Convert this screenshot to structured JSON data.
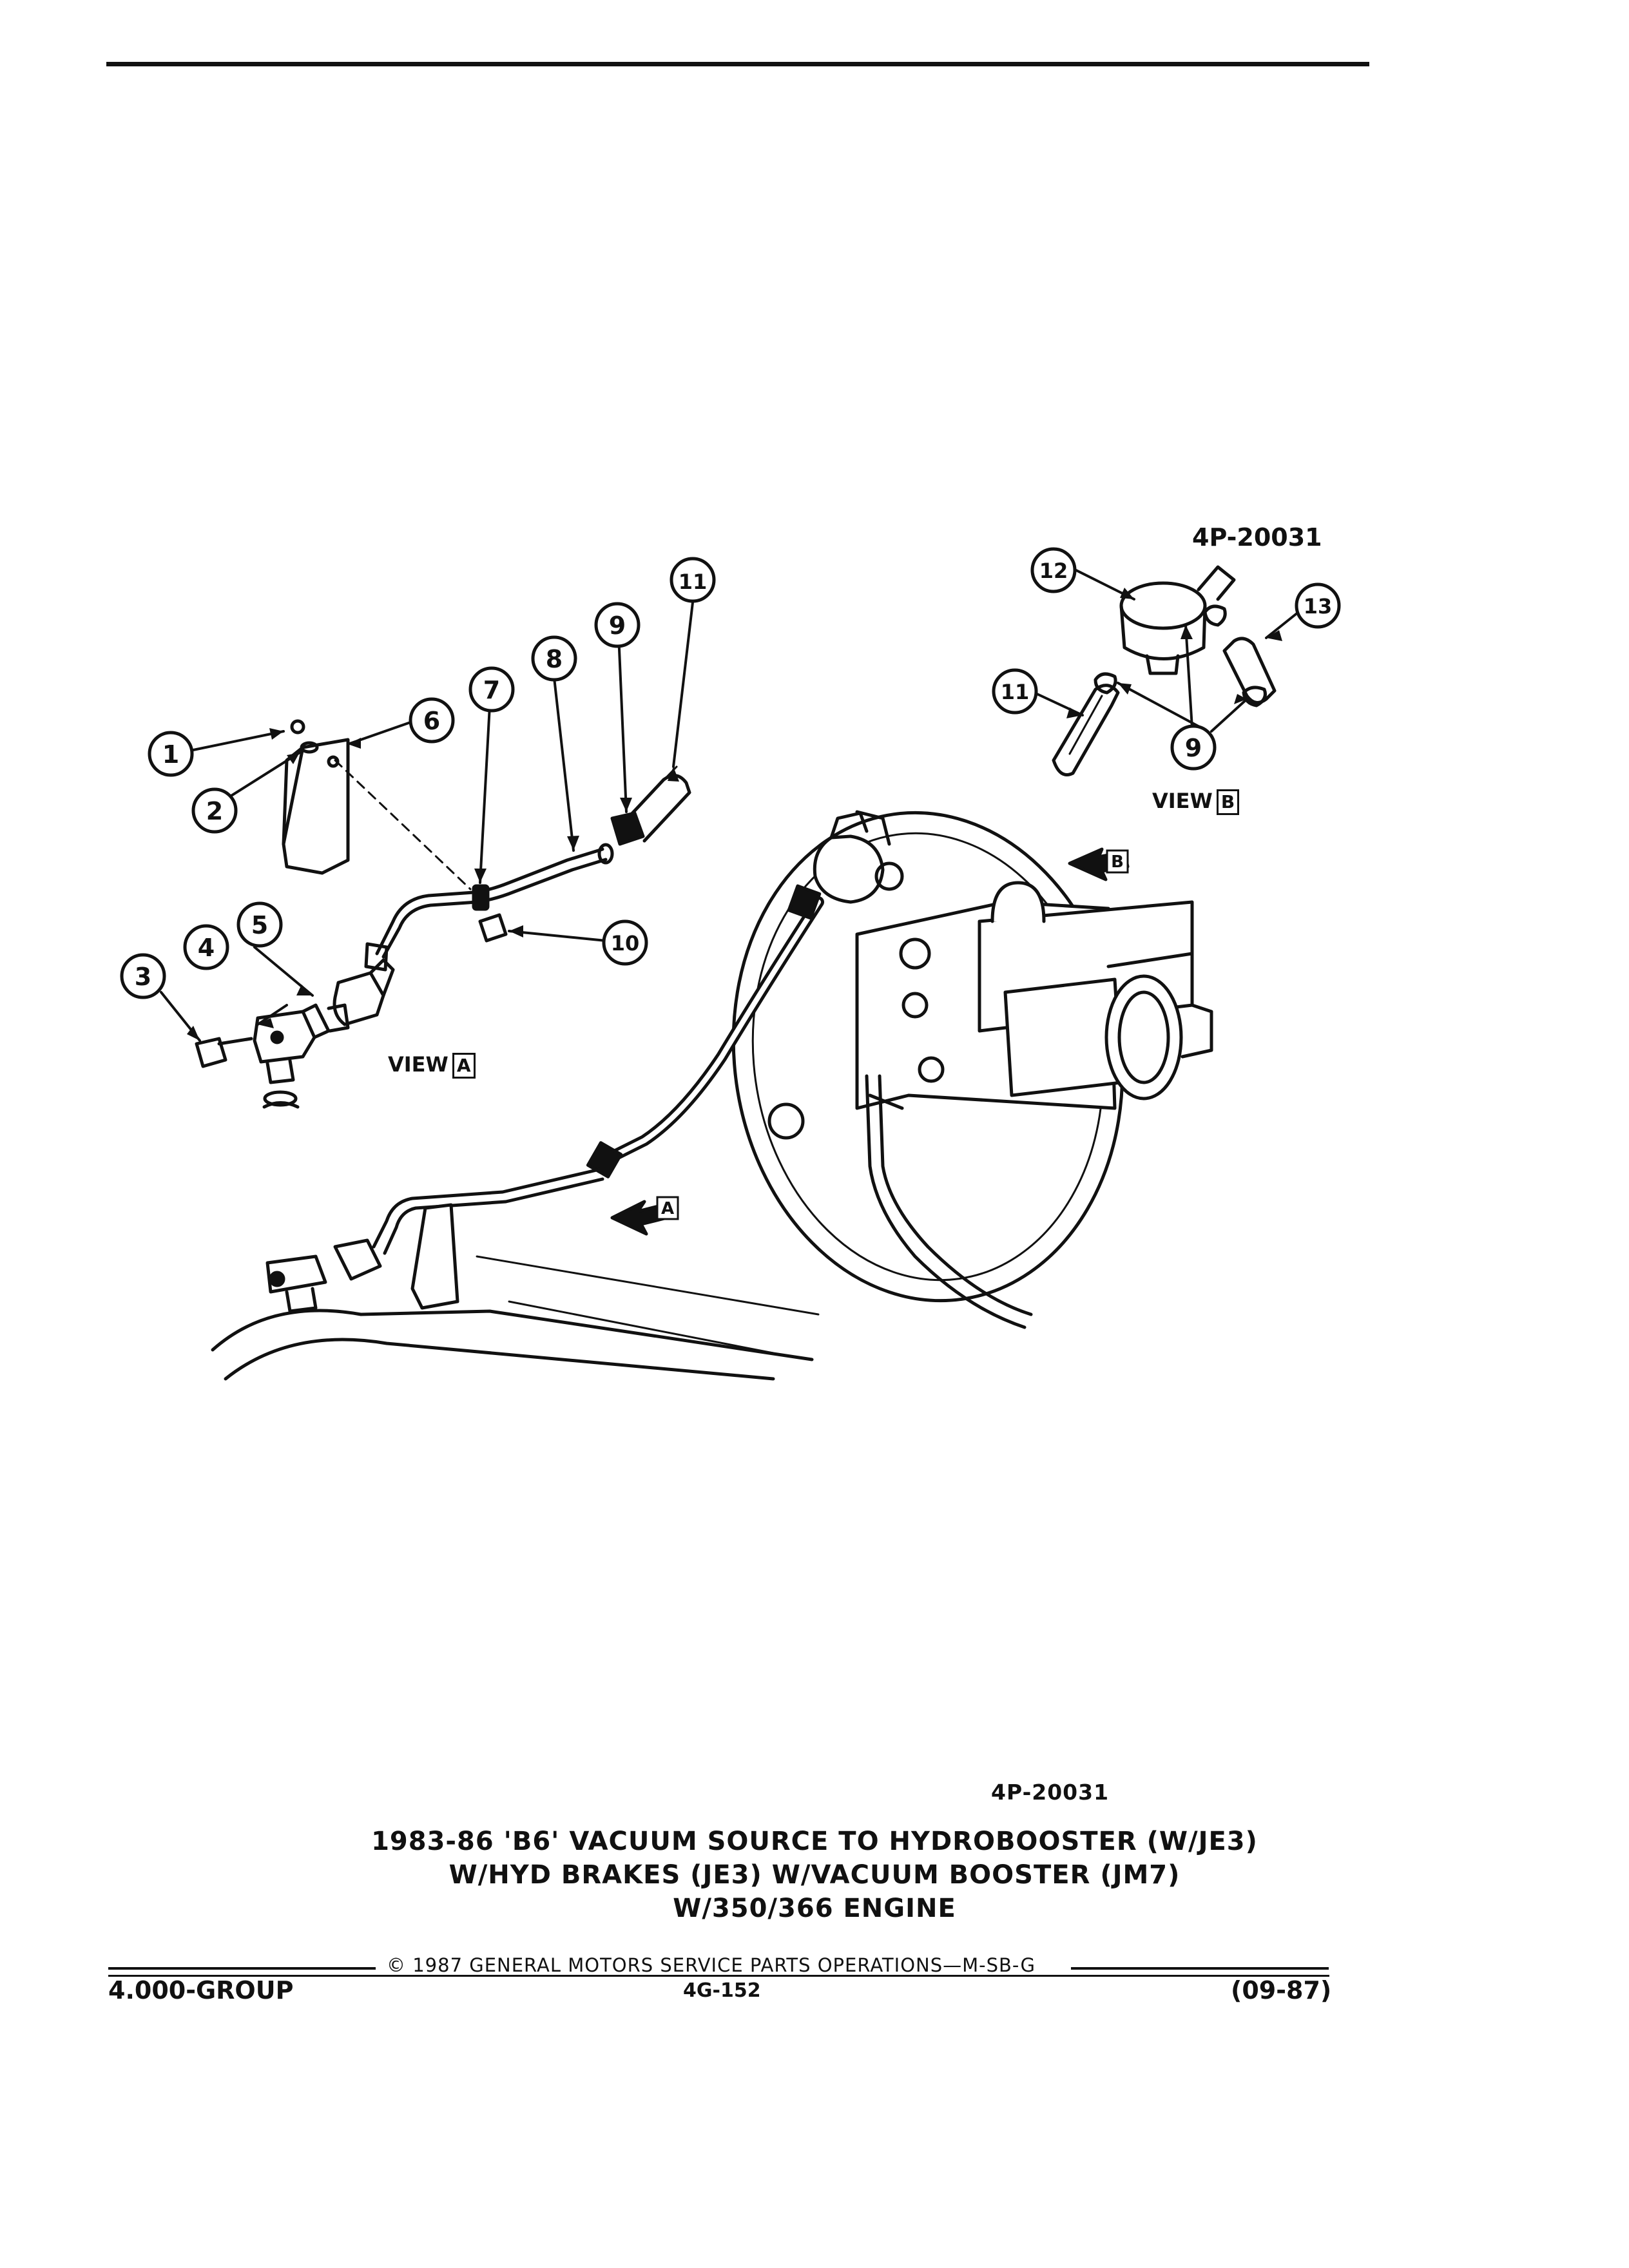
{
  "figure_code_top": "4P-20031",
  "figure_code_bottom": "4P-20031",
  "caption": {
    "line1": "1983-86 'B6' VACUUM SOURCE TO HYDROBOOSTER (W/JE3)",
    "line2": "W/HYD BRAKES (JE3) W/VACUUM BOOSTER (JM7)",
    "line3": "W/350/366 ENGINE"
  },
  "views": {
    "view_a_label": "VIEW",
    "view_a_letter": "A",
    "view_b_label": "VIEW",
    "view_b_letter": "B"
  },
  "arrows": {
    "a_letter": "A",
    "b_letter": "B"
  },
  "callouts": {
    "c1": "1",
    "c2": "2",
    "c3": "3",
    "c4": "4",
    "c5": "5",
    "c6": "6",
    "c7": "7",
    "c8": "8",
    "c9a": "9",
    "c10": "10",
    "c11a": "11",
    "c11b": "11",
    "c12": "12",
    "c13": "13",
    "c9b": "9"
  },
  "footer": {
    "copyright": "© 1987 GENERAL MOTORS SERVICE PARTS OPERATIONS—M-SB-G",
    "group": "4.000-GROUP",
    "page": "4G-152",
    "date": "(09-87)"
  }
}
